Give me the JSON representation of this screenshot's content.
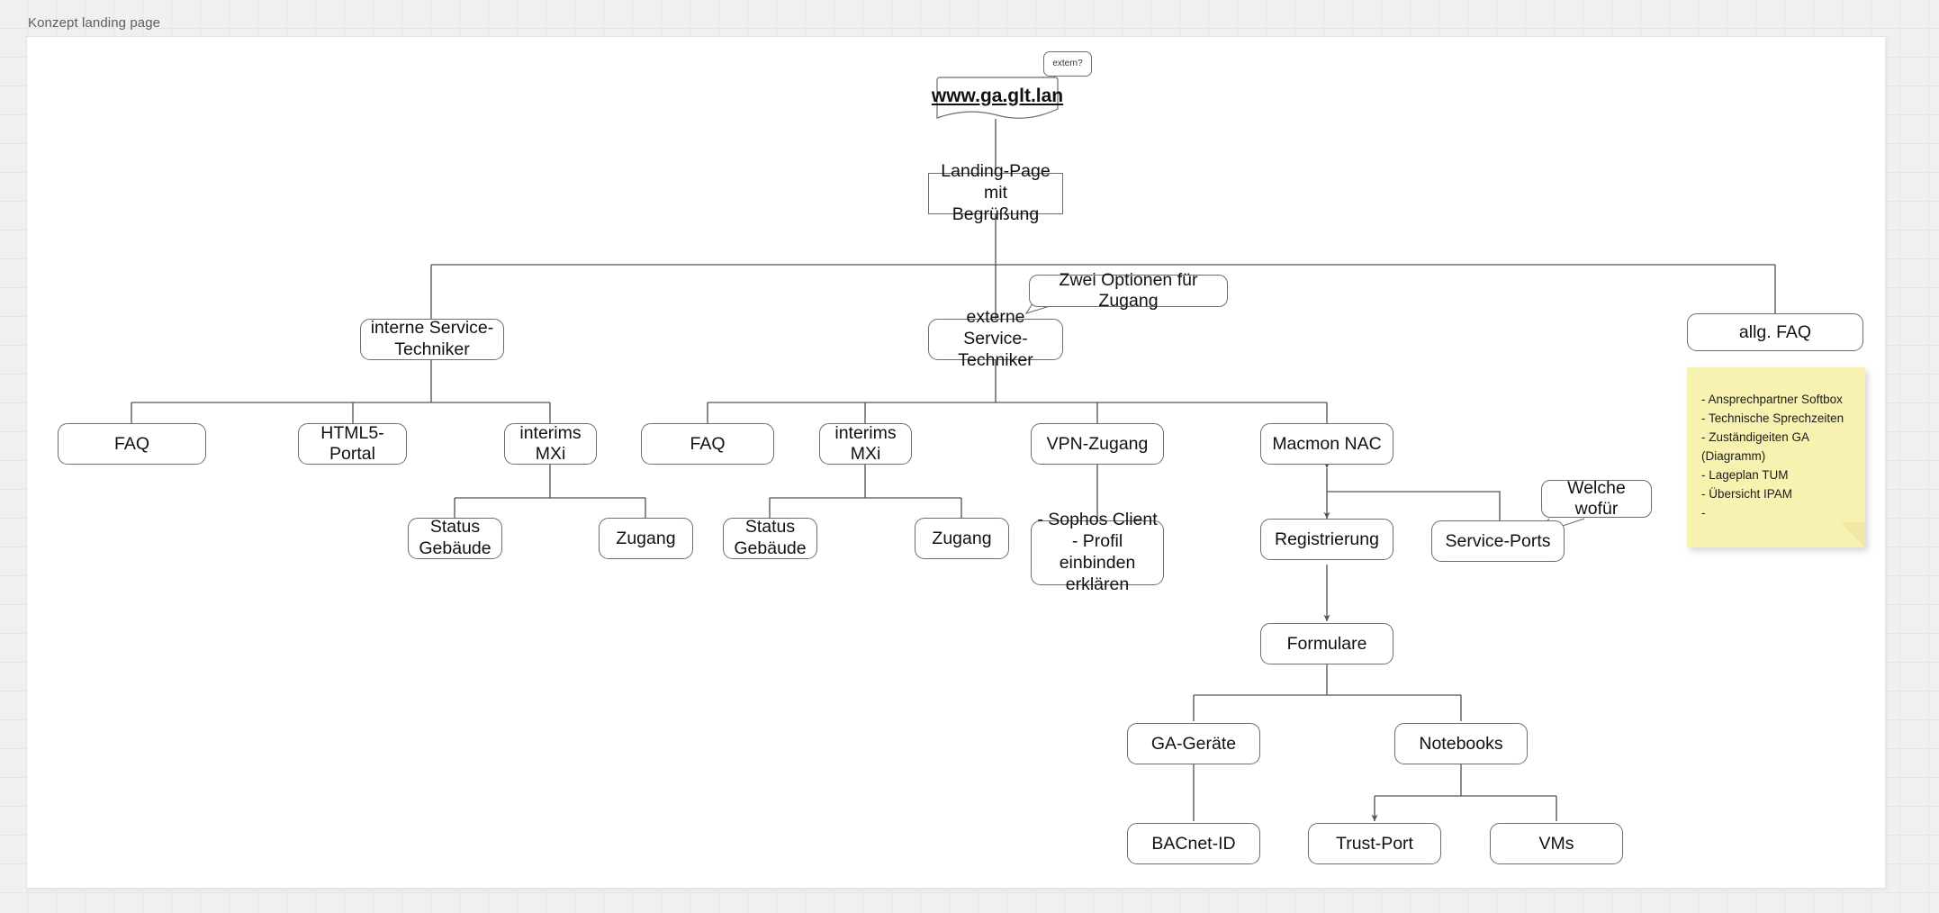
{
  "page": {
    "title": "Konzept landing page"
  },
  "diagram": {
    "url_document": {
      "label": "www.ga.glt.lan"
    },
    "callouts": [
      {
        "id": "extern",
        "label": "extern?"
      },
      {
        "id": "zwei-optionen",
        "label": "Zwei Optionen für Zugang"
      },
      {
        "id": "welche-wofuer",
        "label": "Welche wofür"
      }
    ],
    "nodes": [
      {
        "id": "landing-page",
        "label": "Landing-Page mit\nBegrüßung"
      },
      {
        "id": "interne-service-techniker",
        "label": "interne Service-\nTechniker"
      },
      {
        "id": "externe-service-techniker",
        "label": "externe Service-\nTechniker"
      },
      {
        "id": "allg-faq",
        "label": "allg. FAQ"
      },
      {
        "id": "faq-intern",
        "label": "FAQ"
      },
      {
        "id": "html5-portal",
        "label": "HTML5-Portal"
      },
      {
        "id": "interims-mxi-intern",
        "label": "interims MXi"
      },
      {
        "id": "faq-extern",
        "label": "FAQ"
      },
      {
        "id": "interims-mxi-extern",
        "label": "interims MXi"
      },
      {
        "id": "vpn-zugang",
        "label": "VPN-Zugang"
      },
      {
        "id": "macmon-nac",
        "label": "Macmon NAC"
      },
      {
        "id": "status-gebaeude-intern",
        "label": "Status\nGebäude"
      },
      {
        "id": "zugang-intern",
        "label": "Zugang"
      },
      {
        "id": "status-gebaeude-extern",
        "label": "Status\nGebäude"
      },
      {
        "id": "zugang-extern",
        "label": "Zugang"
      },
      {
        "id": "sophos-profil",
        "label": "- Sophos Client\n- Profil einbinden\nerklären"
      },
      {
        "id": "registrierung",
        "label": "Registrierung"
      },
      {
        "id": "service-ports",
        "label": "Service-Ports"
      },
      {
        "id": "formulare",
        "label": "Formulare"
      },
      {
        "id": "ga-geraete",
        "label": "GA-Geräte"
      },
      {
        "id": "notebooks",
        "label": "Notebooks"
      },
      {
        "id": "bacnet-id",
        "label": "BACnet-ID"
      },
      {
        "id": "trust-port",
        "label": "Trust-Port"
      },
      {
        "id": "vms",
        "label": "VMs"
      }
    ],
    "sticky_note": {
      "lines": [
        "- Ansprechpartner Softbox",
        "- Technische Sprechzeiten",
        "- Zuständigeiten GA",
        "(Diagramm)",
        "- Lageplan TUM",
        "- Übersicht IPAM",
        "-"
      ]
    }
  },
  "colors": {
    "canvas_background": "#f0f0f0",
    "grid_line": "#e6e6e6",
    "page_background": "#ffffff",
    "node_border": "#6d6d6d",
    "connector": "#555555",
    "sticky_note": "#f8f2b0",
    "title_text": "#5a5f66"
  }
}
